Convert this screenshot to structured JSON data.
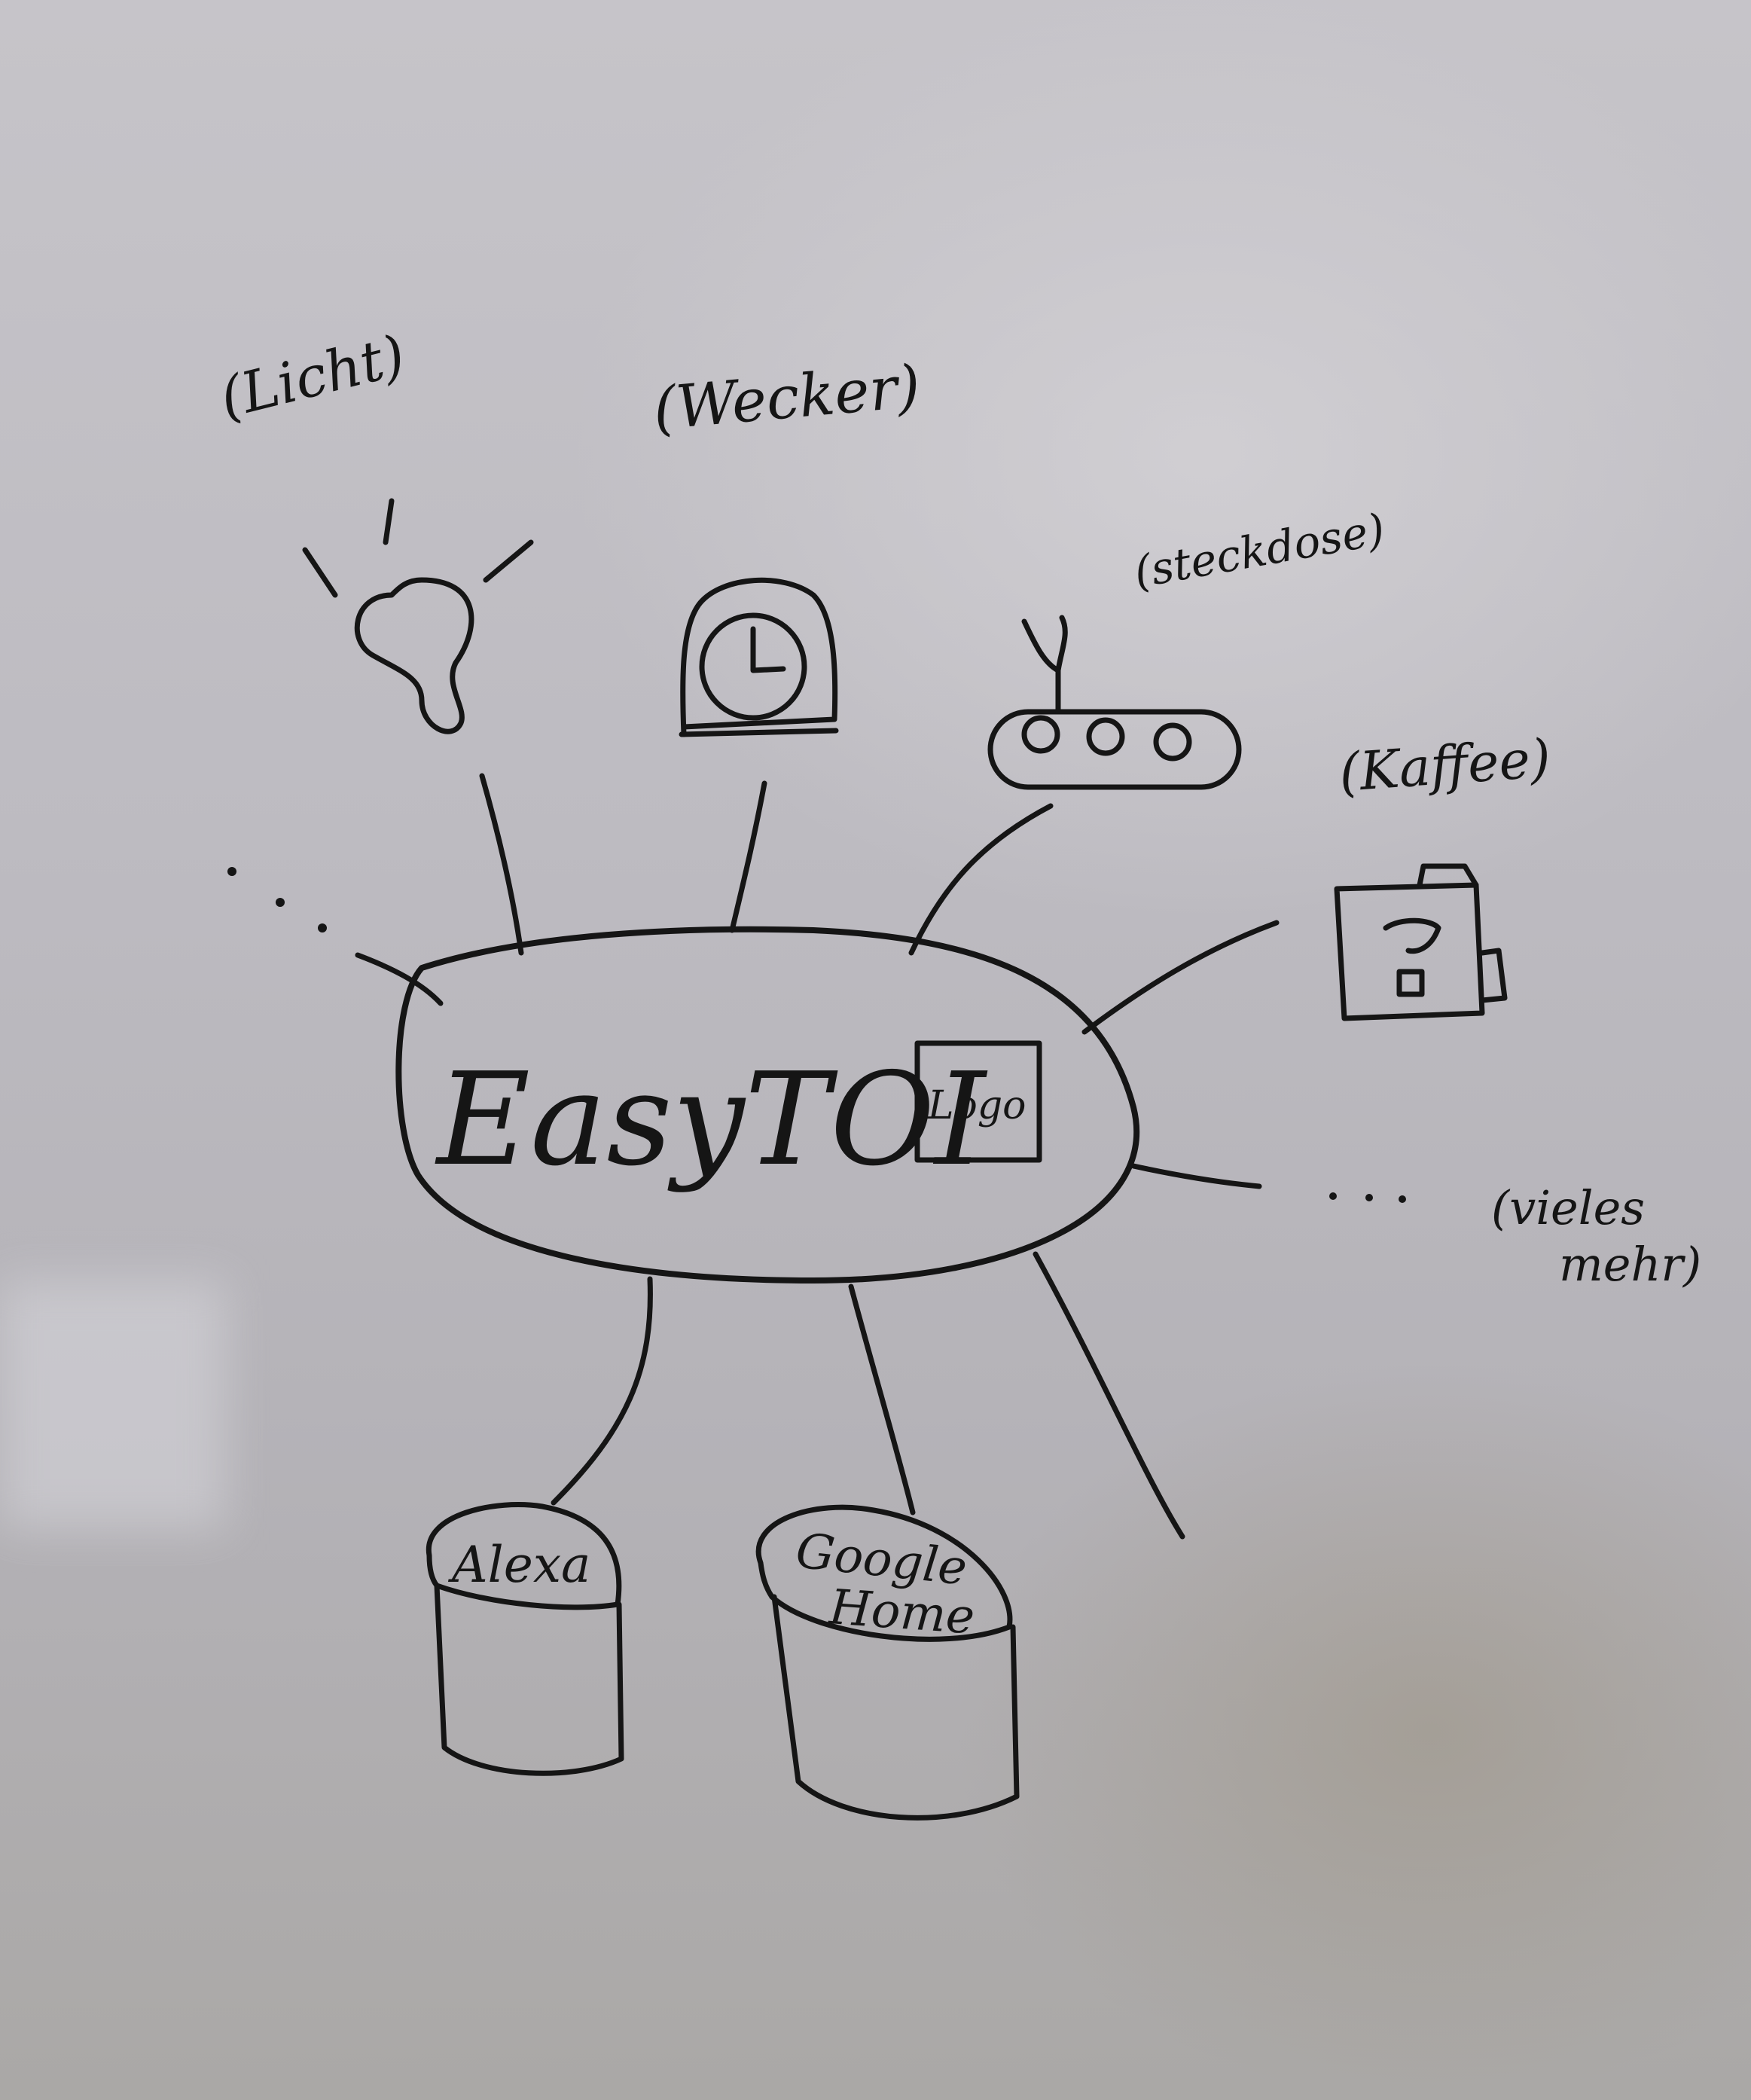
{
  "hub": {
    "title": "EasyTOI",
    "logo_label": "Logo"
  },
  "devices": {
    "licht": "(Licht)",
    "wecker": "(Wecker)",
    "steckdose": "(steckdose)",
    "kaffee": "(Kaffee)",
    "more_label_line1": "(vieles",
    "more_label_line2": "mehr)"
  },
  "assistants": {
    "alexa": "Alexa",
    "google_line1": "Google",
    "google_line2": "Home"
  },
  "ellipsis_left": ". . .",
  "ellipsis_right": ". . .",
  "colors": {
    "ink": "#151515",
    "board": "#c6c4c9"
  }
}
